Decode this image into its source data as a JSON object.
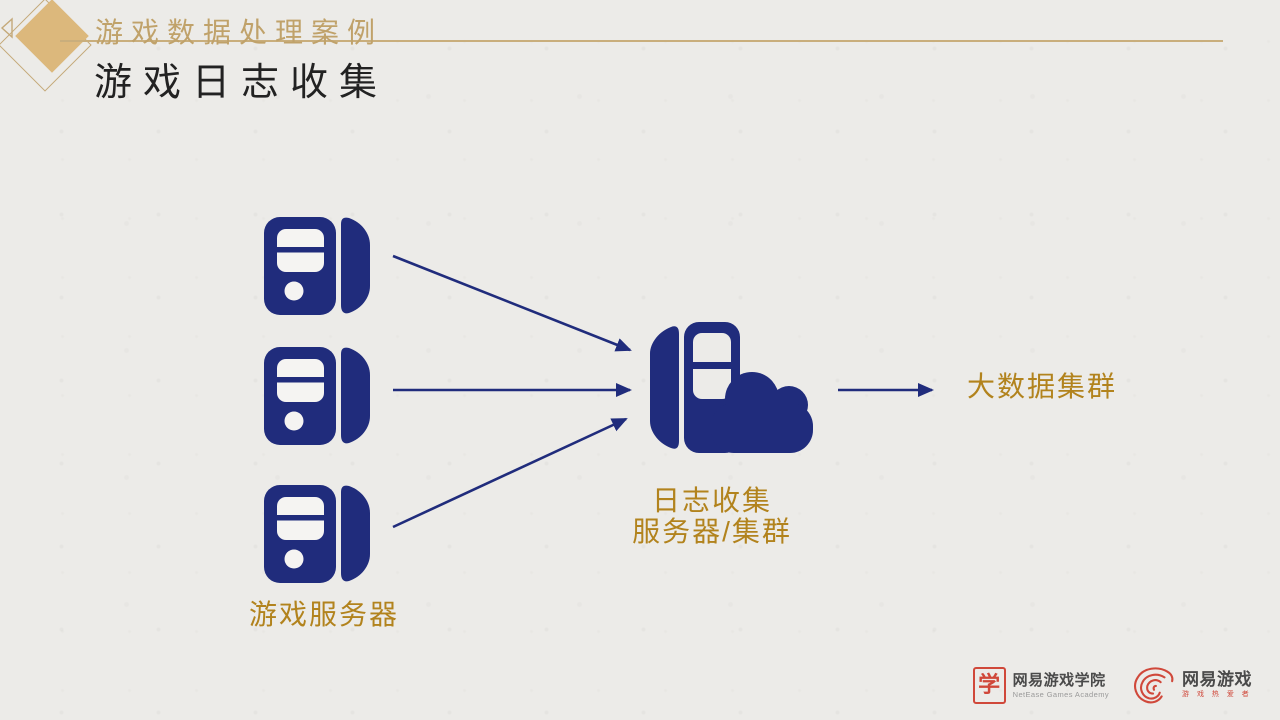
{
  "slide": {
    "kicker": "游戏数据处理案例",
    "title": "游戏日志收集"
  },
  "diagram": {
    "source_label": "游戏服务器",
    "collector_label": {
      "line1": "日志收集",
      "line2": "服务器/集群"
    },
    "target_label": "大数据集群",
    "icons": {
      "sources": "game-server-icon",
      "collector": "log-collector-cloud-icon",
      "flow": "flow-arrow"
    }
  },
  "footer": {
    "academy": {
      "seal_char": "学",
      "name_cn": "网易游戏学院",
      "name_en": "NetEase Games Academy"
    },
    "netease": {
      "name_cn": "网易游戏",
      "tagline": "游 戏 热 爱 者"
    }
  },
  "colors": {
    "navy": "#202C7C",
    "gold_heading": "#C0A26A",
    "gold_label": "#B2831D",
    "diamond_fill": "#DCB87C",
    "brand_red": "#D0483A",
    "background": "#ECEBE8"
  }
}
